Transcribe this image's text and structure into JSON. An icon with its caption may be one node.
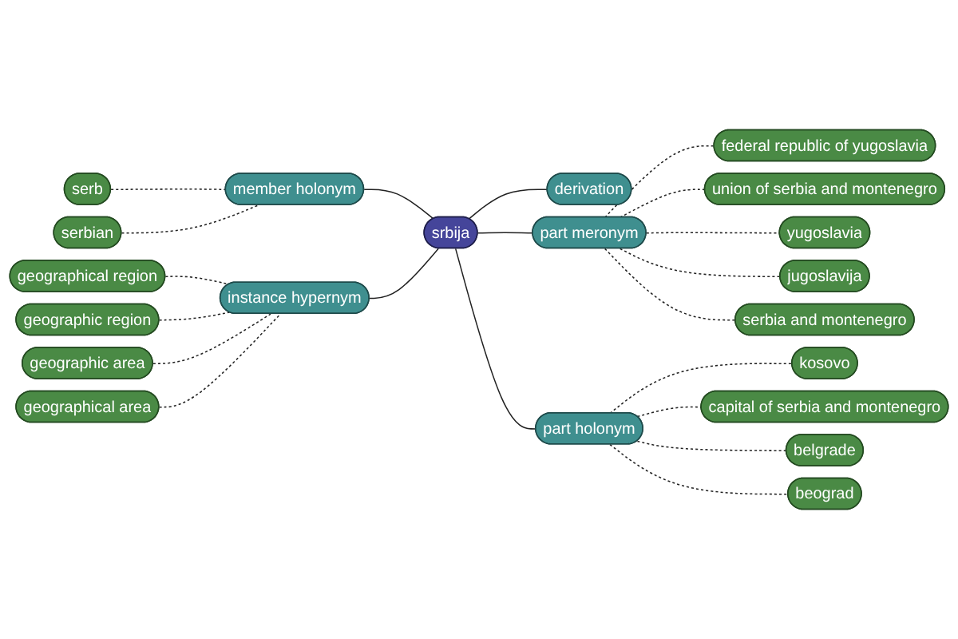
{
  "diagram": {
    "nodes": [
      {
        "text": [
          "srbija"
        ]
      },
      {
        "text": [
          "member holonym"
        ]
      },
      {
        "text": [
          "serb"
        ]
      },
      {
        "text": [
          "serbian"
        ]
      },
      {
        "text": [
          "derivation"
        ]
      },
      {
        "text": [
          "part meronym"
        ]
      },
      {
        "text": [
          "federal republic of yugoslavia"
        ]
      },
      {
        "text": [
          "union of serbia and montenegro"
        ]
      },
      {
        "text": [
          "yugoslavia"
        ]
      },
      {
        "text": [
          "jugoslavija"
        ]
      },
      {
        "text": [
          "serbia and montenegro"
        ]
      },
      {
        "text": [
          "instance hypernym"
        ]
      },
      {
        "text": [
          "geographical region"
        ]
      },
      {
        "text": [
          "geographic region"
        ]
      },
      {
        "text": [
          "geographic area"
        ]
      },
      {
        "text": [
          "geographical area"
        ]
      },
      {
        "text": [
          "part holonym"
        ]
      },
      {
        "text": [
          "kosovo"
        ]
      },
      {
        "text": [
          "capital of serbia and montenegro"
        ]
      },
      {
        "text": [
          "belgrade"
        ]
      },
      {
        "text": [
          "beograd"
        ]
      }
    ],
    "edges": [
      {
        "from": 1,
        "to": 0,
        "arrow": "none"
      },
      {
        "from": 2,
        "to": 1,
        "arrow": "none",
        "style": "dashed"
      },
      {
        "from": 3,
        "to": 1,
        "arrow": "none",
        "style": "dashed"
      },
      {
        "from": 0,
        "to": 4,
        "arrow": "none"
      },
      {
        "from": 0,
        "to": 5,
        "arrow": "none"
      },
      {
        "from": 5,
        "to": 6,
        "arrow": "none",
        "style": "dashed"
      },
      {
        "from": 5,
        "to": 7,
        "arrow": "none",
        "style": "dashed"
      },
      {
        "from": 5,
        "to": 8,
        "arrow": "none",
        "style": "dashed"
      },
      {
        "from": 5,
        "to": 9,
        "arrow": "none",
        "style": "dashed"
      },
      {
        "from": 5,
        "to": 10,
        "arrow": "none",
        "style": "dashed"
      },
      {
        "from": 11,
        "to": 0,
        "arrow": "none"
      },
      {
        "from": 12,
        "to": 11,
        "arrow": "none",
        "style": "dashed"
      },
      {
        "from": 13,
        "to": 11,
        "arrow": "none",
        "style": "dashed"
      },
      {
        "from": 14,
        "to": 11,
        "arrow": "none",
        "style": "dashed"
      },
      {
        "from": 15,
        "to": 11,
        "arrow": "none",
        "style": "dashed"
      },
      {
        "from": 0,
        "to": 16,
        "arrow": "none"
      },
      {
        "from": 16,
        "to": 17,
        "arrow": "none",
        "style": "dashed"
      },
      {
        "from": 16,
        "to": 18,
        "arrow": "none",
        "style": "dashed"
      },
      {
        "from": 16,
        "to": 19,
        "arrow": "none",
        "style": "dashed"
      },
      {
        "from": 16,
        "to": 20,
        "arrow": "none",
        "style": "dashed"
      }
    ]
  }
}
